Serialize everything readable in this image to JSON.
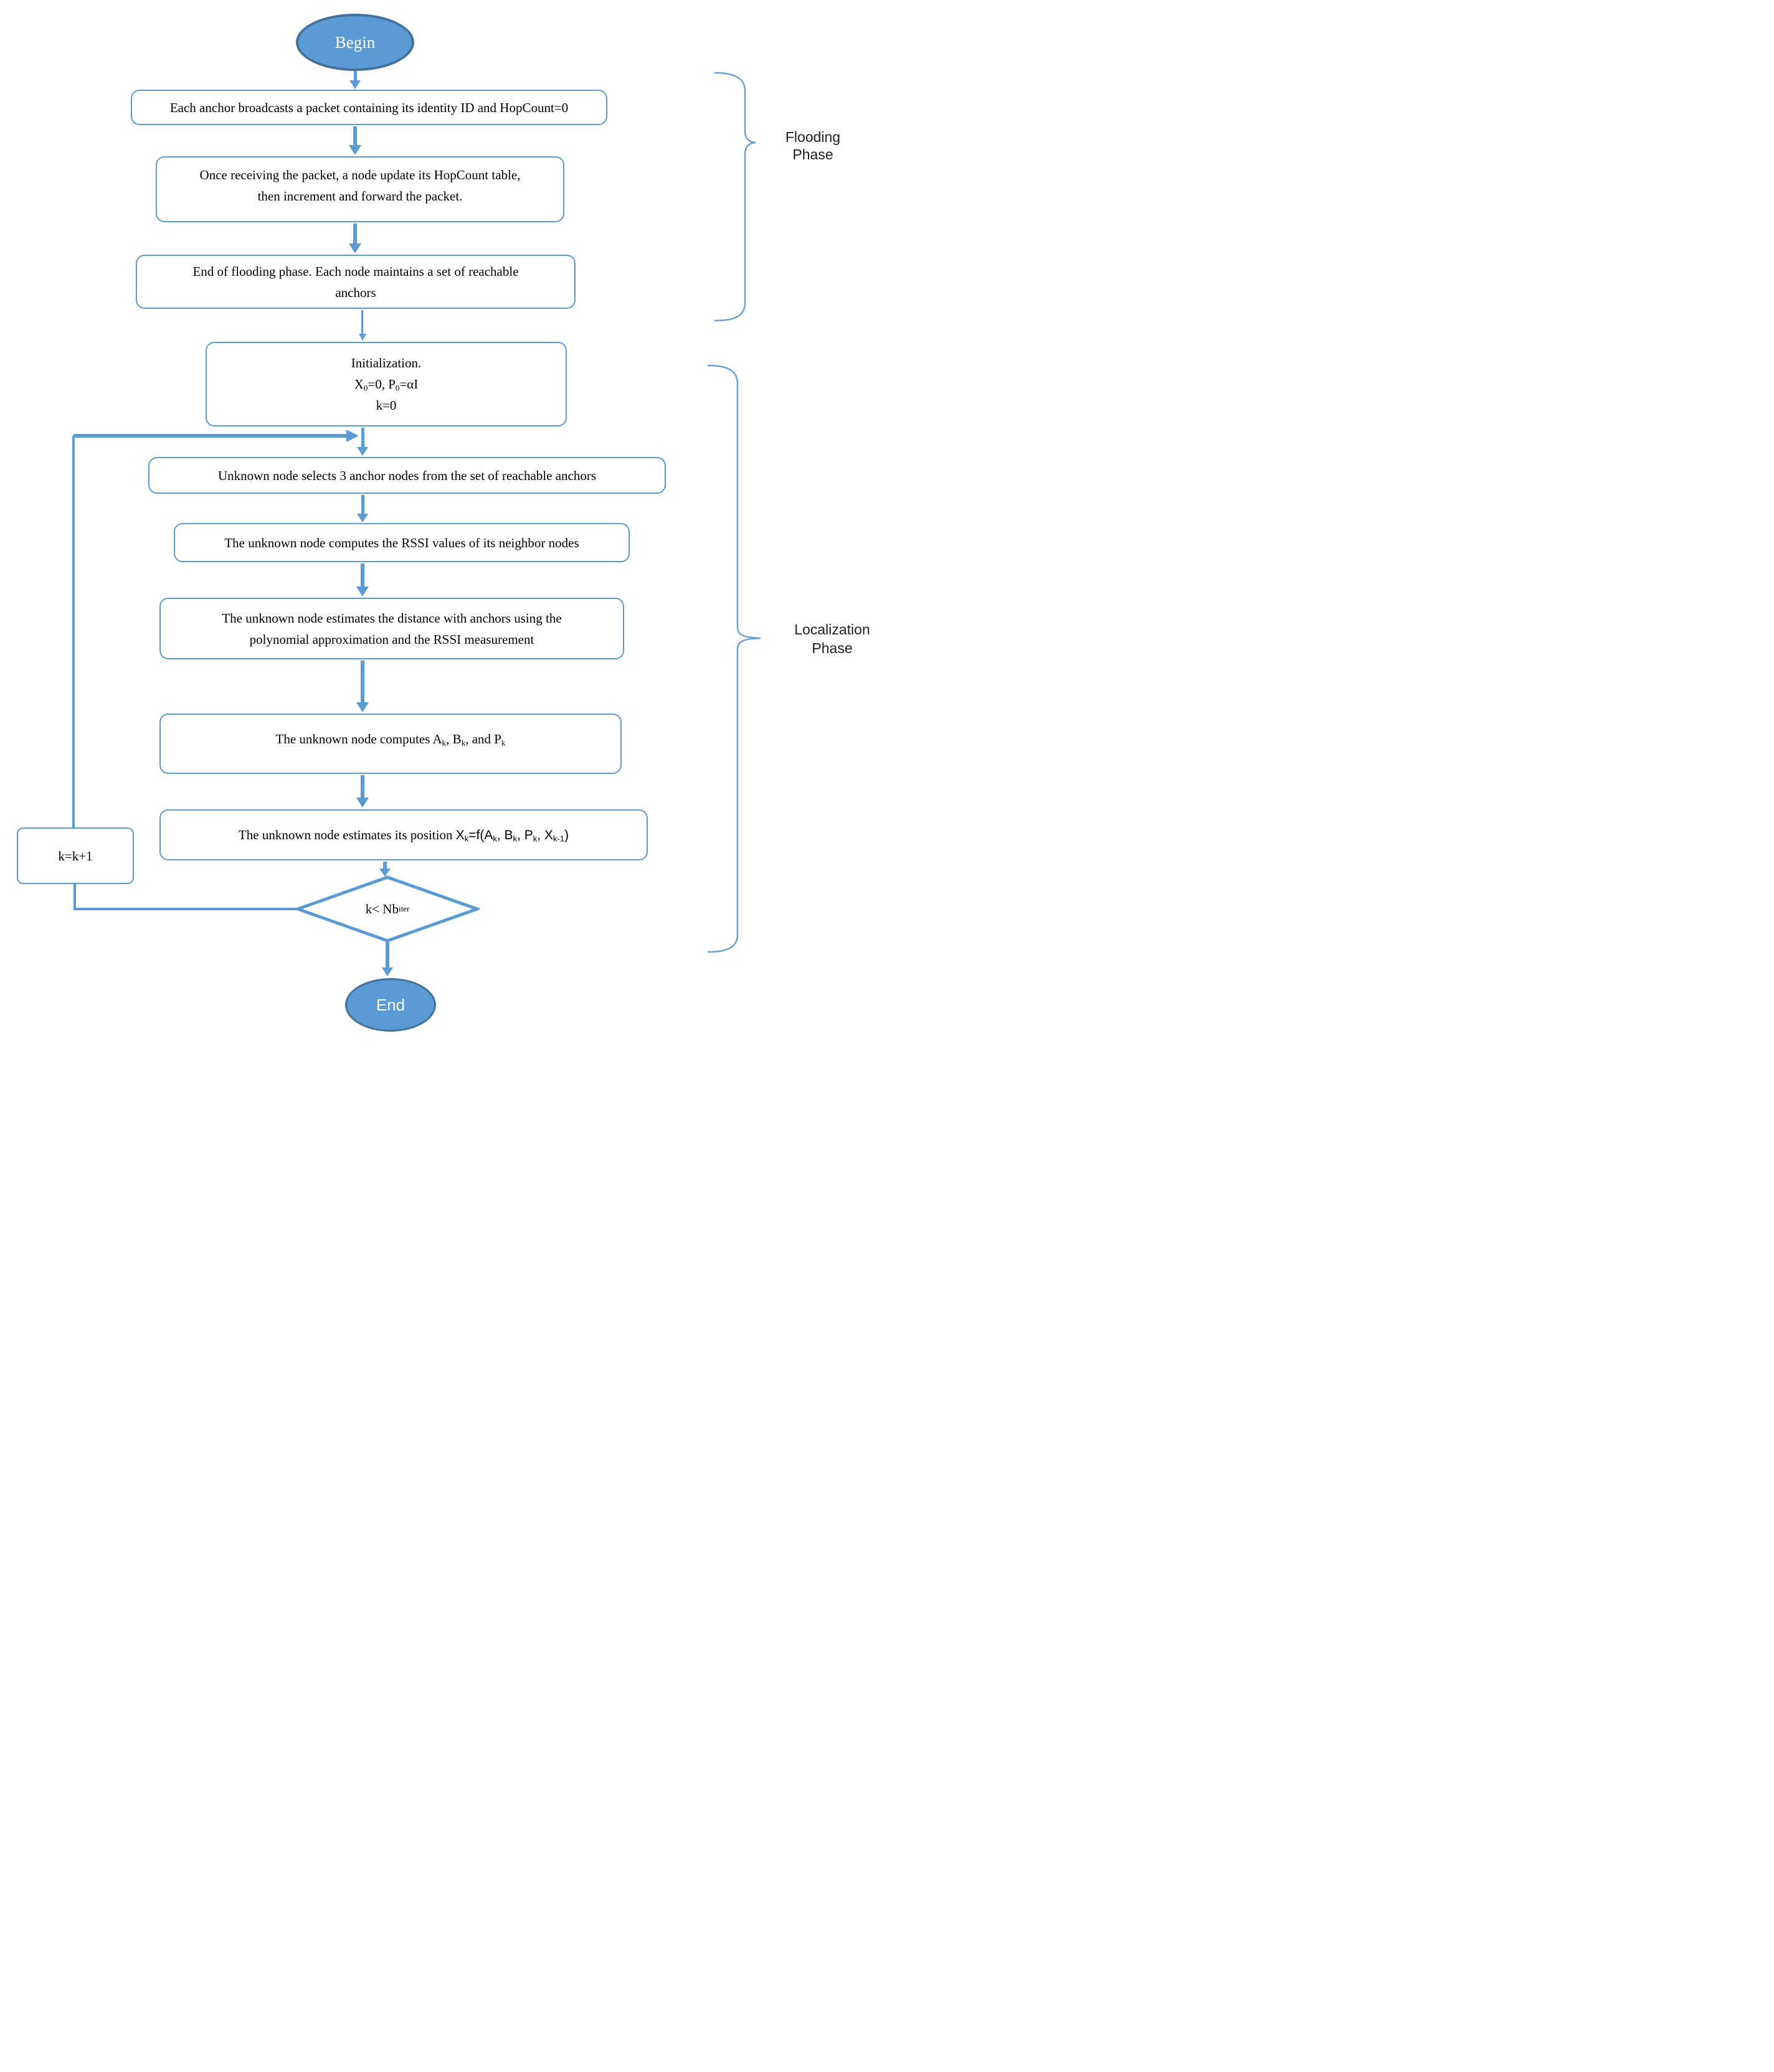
{
  "colors": {
    "accent": "#5b9bd5",
    "terminal_border": "#41719c",
    "brace": "#6ba1d4",
    "text": "#000000"
  },
  "nodes": {
    "begin": {
      "label": "Begin"
    },
    "step1": {
      "text": "Each anchor broadcasts a packet containing its identity ID and HopCount=0"
    },
    "step2": {
      "lines": [
        "Once receiving the packet, a node update its HopCount table,",
        "then increment and forward the packet."
      ]
    },
    "step3": {
      "lines": [
        "End of flooding phase. Each node maintains a set of reachable",
        "anchors"
      ]
    },
    "init": {
      "lines": [
        "Initialization.",
        "X~0~=0, P~0~=αI",
        "k=0"
      ]
    },
    "step5": {
      "text": "Unknown node selects 3 anchor nodes from the set of reachable anchors"
    },
    "step6": {
      "text": "The unknown node computes the RSSI values of its neighbor nodes"
    },
    "step7": {
      "lines": [
        "The unknown node estimates the distance with anchors using the",
        "polynomial approximation and the RSSI measurement"
      ]
    },
    "step8": {
      "text": "The unknown node computes A~k~, B~k~, and P~k~"
    },
    "step9": {
      "text": "The unknown node estimates its position ",
      "formula": "X~k~=f(A~k~, B~k~, P~k~, X~k-1~)"
    },
    "decision": {
      "text": "k< Nb~iter~"
    },
    "kinc": {
      "text": "k=k+1"
    },
    "end": {
      "label": "End"
    }
  },
  "annotations": {
    "flooding": {
      "lines": [
        "Flooding",
        "Phase"
      ]
    },
    "localization": {
      "lines": [
        "Localization",
        "Phase"
      ]
    }
  }
}
